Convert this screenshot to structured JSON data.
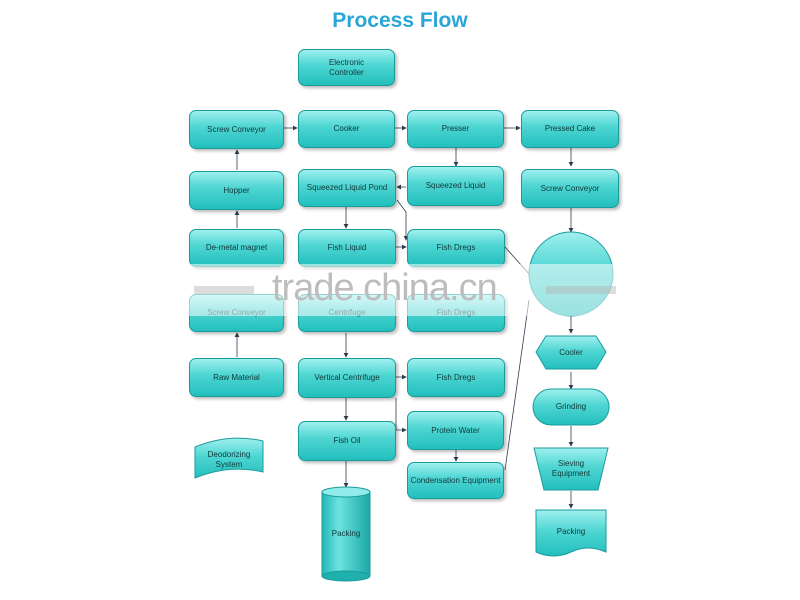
{
  "title": "Process Flow",
  "nodes": {
    "electronic_controller": "Electronic\nController",
    "screw_conveyor_1": "Screw Conveyor",
    "cooker": "Cooker",
    "presser": "Presser",
    "pressed_cake": "Pressed Cake",
    "hopper": "Hopper",
    "squeezed_liquid_pond": "Squeezed Liquid Pond",
    "squeezed_liquid": "Squeezed Liquid",
    "screw_conveyor_2": "Screw Conveyor",
    "demetal_magnet": "De-metal magnet",
    "fish_liquid": "Fish Liquid",
    "fish_dregs_1": "Fish Dregs",
    "screw_conveyor_3": "Screw Conveyor",
    "centrifuge": "Centrifuge",
    "fish_dregs_2": "Fish Dregs",
    "raw_material": "Raw Material",
    "vertical_centrifuge": "Vertical Centrifuge",
    "fish_dregs_3": "Fish Dregs",
    "protein_water": "Protein Water",
    "fish_oil": "Fish Oil",
    "deodorizing_system": "Deodorizing\nSystem",
    "condensation_equipment": "Condensation Equipment",
    "packing_1": "Packing",
    "cooler": "Cooler",
    "grinding": "Grinding",
    "sieving_equipment": "Sieving\nEquipment",
    "packing_2": "Packing"
  },
  "watermark": "trade.china.cn"
}
